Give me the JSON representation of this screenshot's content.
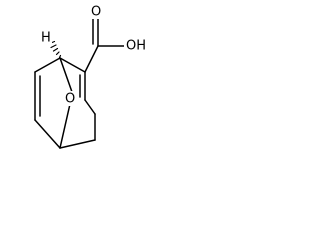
{
  "molecule": {
    "labels": {
      "hydrogen": "H",
      "carboxyl_oxygen_top": "O",
      "hydroxyl": "OH",
      "bridge_oxygen": "O"
    }
  }
}
